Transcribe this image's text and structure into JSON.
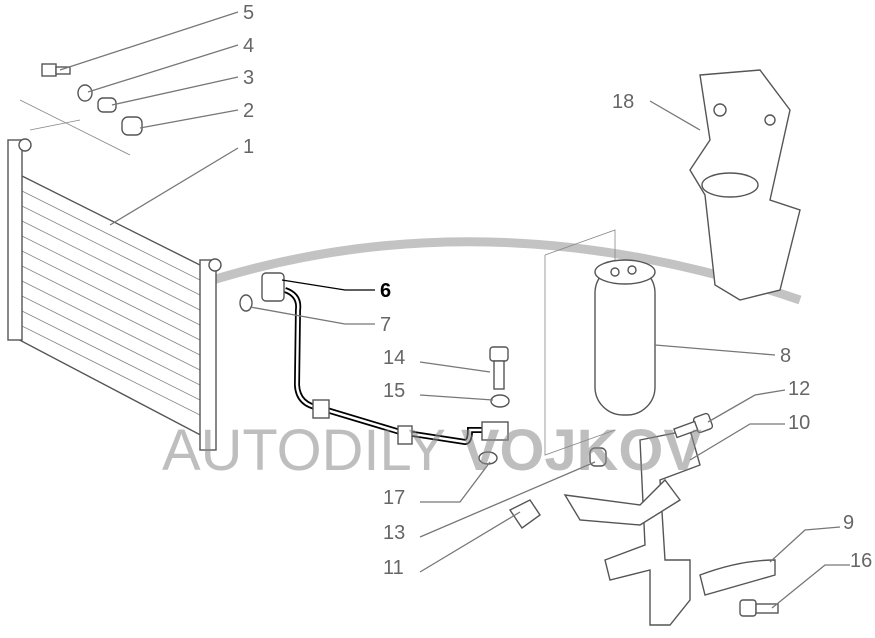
{
  "diagram": {
    "callouts": [
      "1",
      "2",
      "3",
      "4",
      "5",
      "6",
      "7",
      "8",
      "9",
      "10",
      "11",
      "12",
      "13",
      "14",
      "15",
      "16",
      "17",
      "18"
    ],
    "selected_callout": "6",
    "watermark": "AUTODILY VOJKOV",
    "watermark_parts": [
      "AUTODILY",
      "VOJKOV"
    ],
    "colors": {
      "label": "#666666",
      "selected": "#000000",
      "watermark": "#8a8a8a"
    }
  }
}
